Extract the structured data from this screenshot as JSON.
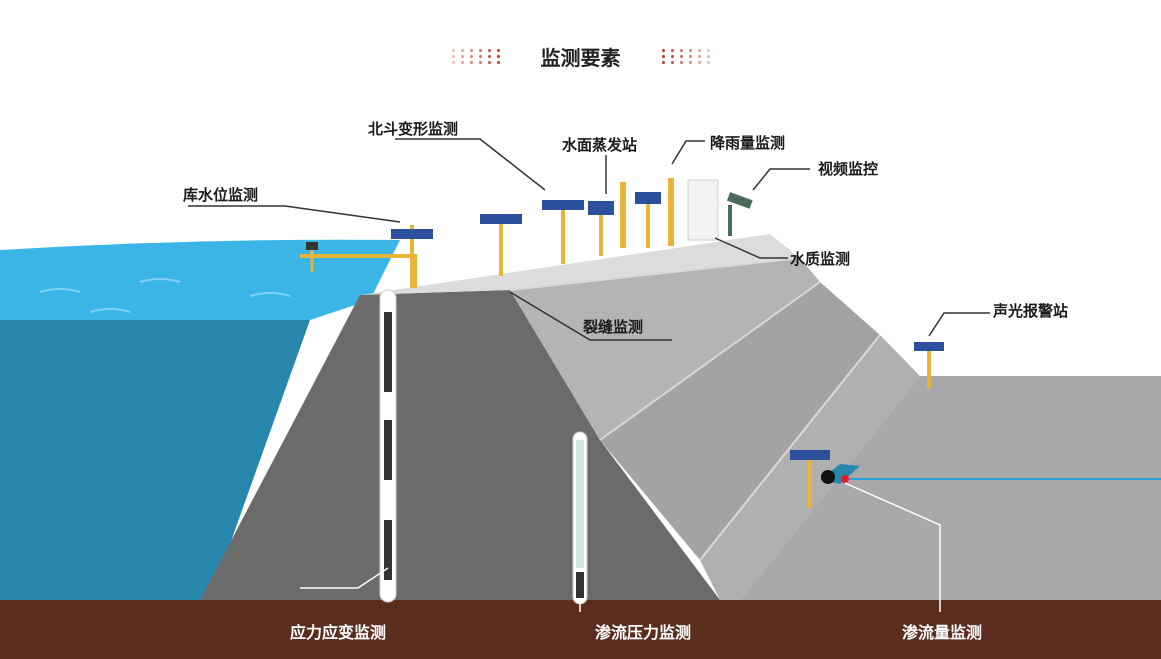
{
  "title": "监测要素",
  "labels": {
    "beidou": "北斗变形监测",
    "evaporation": "水面蒸发站",
    "rainfall": "降雨量监测",
    "video": "视频监控",
    "reservoir_level": "库水位监测",
    "water_quality": "水质监测",
    "crack": "裂缝监测",
    "alarm": "声光报警站",
    "stress_strain": "应力应变监测",
    "seepage_pressure": "渗流压力监测",
    "seepage_flow": "渗流量监测"
  },
  "colors": {
    "accent_dots": "#c0392b",
    "water_surface": "#3bb4e6",
    "water_deep": "#2787ad",
    "dam_dark": "#6b6b6b",
    "dam_slope": "#a9a9a9",
    "dam_crest": "#dcdcdc",
    "ground": "#5a2d1c",
    "instrument_pole": "#e8b43a",
    "solar_panel": "#2c4f9e"
  }
}
